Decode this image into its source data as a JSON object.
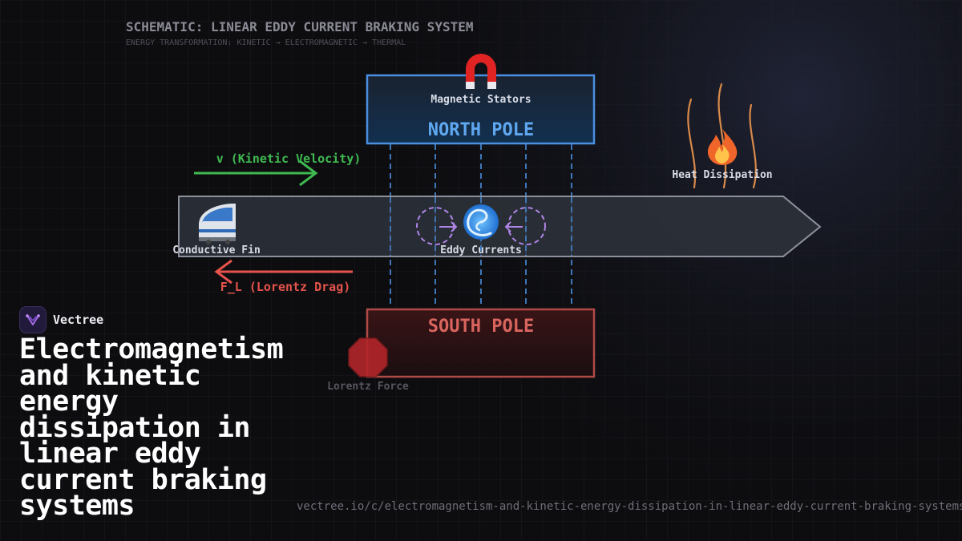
{
  "schematic": {
    "title": "SCHEMATIC: LINEAR EDDY CURRENT BRAKING SYSTEM",
    "subtitle": "ENERGY TRANSFORMATION: KINETIC → ELECTROMAGNETIC → THERMAL"
  },
  "north_pole": {
    "label": "NORTH POLE",
    "caption": "Magnetic Stators",
    "icon": "magnet-icon"
  },
  "south_pole": {
    "label": "SOUTH POLE"
  },
  "fin": {
    "caption": "Conductive Fin",
    "icon": "train-icon"
  },
  "eddy": {
    "caption": "Eddy Currents",
    "icon": "cyclone-icon"
  },
  "heat": {
    "caption": "Heat Dissipation",
    "icon": "fire-icon"
  },
  "velocity": {
    "label": "v (Kinetic Velocity)",
    "color": "#3fb950"
  },
  "drag": {
    "label": "F_L (Lorentz Drag)",
    "color": "#e5534b"
  },
  "lorentz": {
    "caption": "Lorentz Force",
    "icon": "stop-sign-icon"
  },
  "brand": {
    "name": "Vectree",
    "icon": "vectree-logo-icon"
  },
  "headline": "Electromagnetism and kinetic energy dissipation in linear eddy current braking systems",
  "url": "vectree.io/c/electromagnetism-and-kinetic-energy-dissipation-in-linear-eddy-current-braking-systems",
  "colors": {
    "north": "#4a90e2",
    "south": "#c0504a",
    "eddy": "#b085e8",
    "heat": "#d98a4a"
  }
}
